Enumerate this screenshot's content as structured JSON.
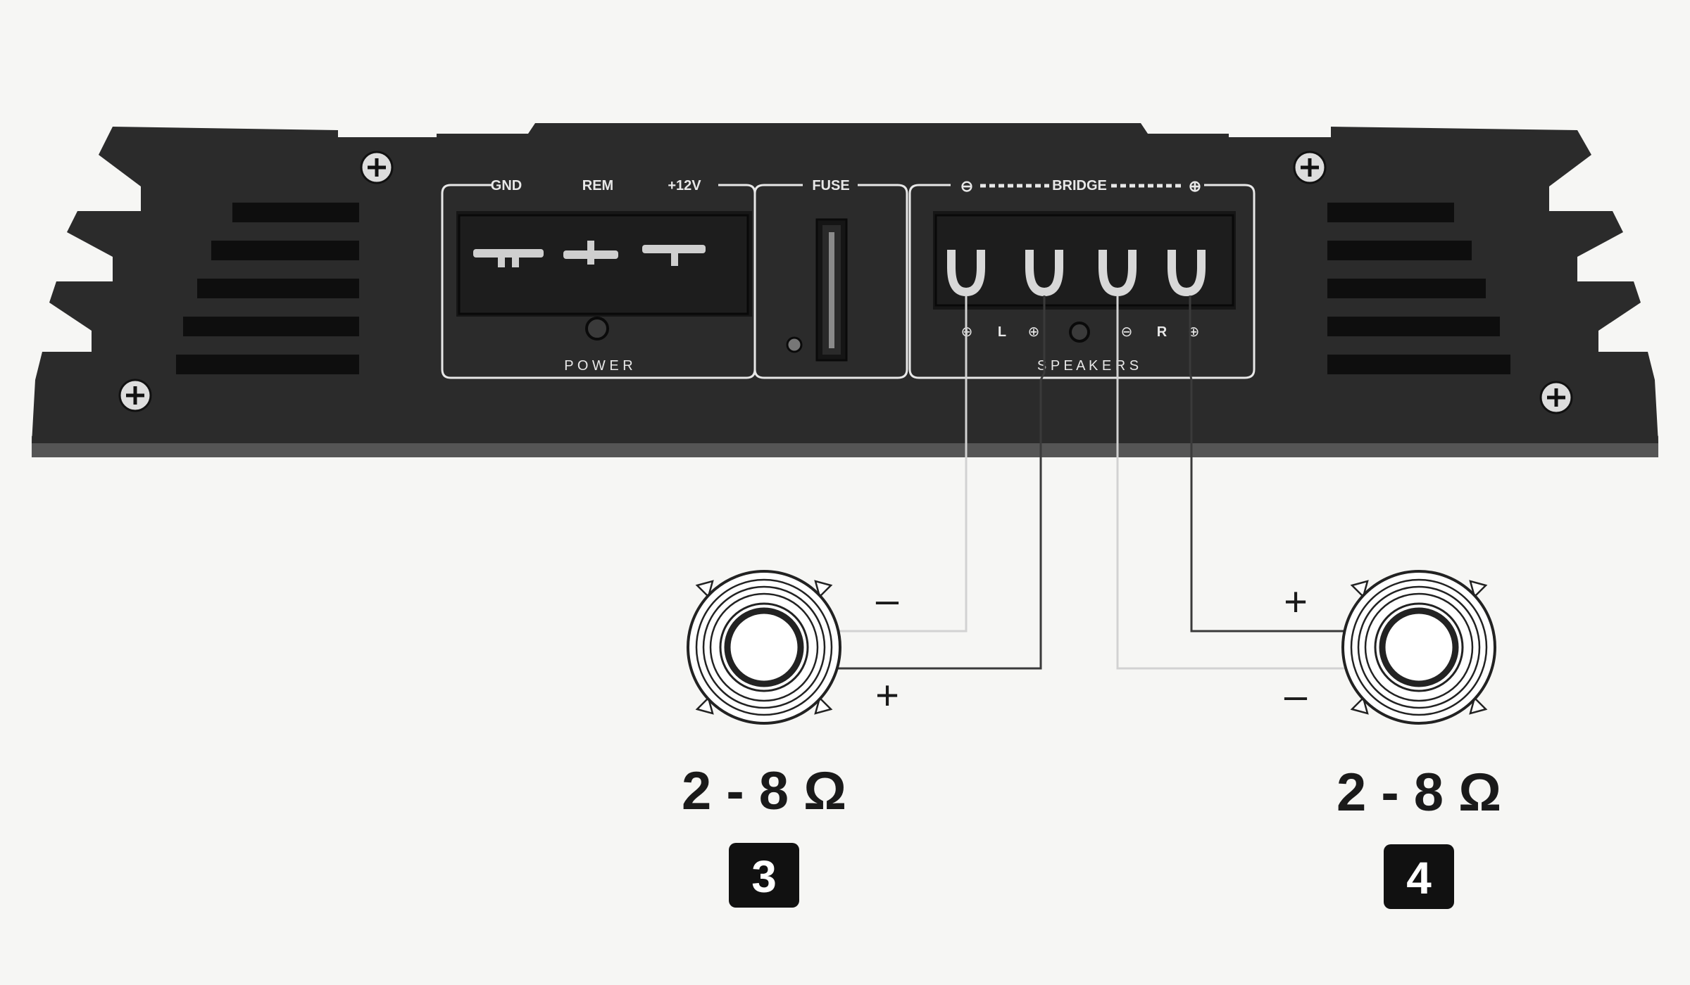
{
  "amplifier": {
    "power_labels": {
      "gnd": "GND",
      "rem": "REM",
      "plus12v": "+12V",
      "group": "P O W E R"
    },
    "fuse_label": "FUSE",
    "bridge": {
      "minus": "⊖",
      "label": "BRIDGE",
      "plus": "⊕"
    },
    "speakers_label": "S P E A K E R S",
    "terminal_marks": {
      "t1": "⊕",
      "l": "L",
      "t2": "⊕",
      "t3": "⊖",
      "r": "R",
      "t4": "⊕"
    }
  },
  "speaker_left": {
    "top_sign": "–",
    "bottom_sign": "+",
    "impedance": "2 - 8 Ω",
    "badge": "3"
  },
  "speaker_right": {
    "top_sign": "+",
    "bottom_sign": "–",
    "impedance": "2 - 8 Ω",
    "badge": "4"
  },
  "colors": {
    "amp_body": "#2b2b2b",
    "amp_dark": "#141414",
    "line": "#e8e8e8",
    "wire_light": "#cfcfcf",
    "wire_dark": "#3a3a3a",
    "background": "#f6f6f4"
  }
}
